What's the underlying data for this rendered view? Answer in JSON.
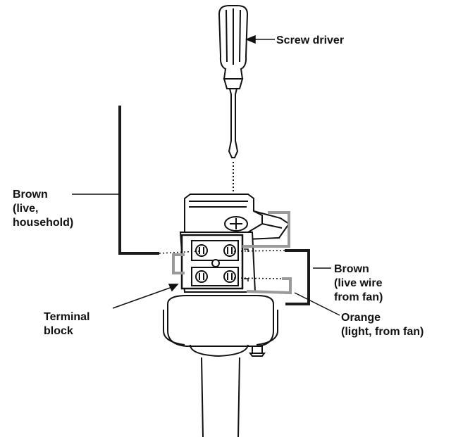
{
  "labels": {
    "screwdriver": "Screw driver",
    "brown_household": [
      "Brown",
      "(live,",
      "household)"
    ],
    "brown_fan": [
      "Brown",
      "(live wire",
      "from fan)"
    ],
    "orange_fan": [
      "Orange",
      "(light, from fan)"
    ],
    "terminal_block": [
      "Terminal",
      "block"
    ]
  },
  "colors": {
    "line": "#111111",
    "live_wire": "#1a1a1a",
    "grey_wire": "#9a9a9a",
    "background": "#ffffff"
  }
}
